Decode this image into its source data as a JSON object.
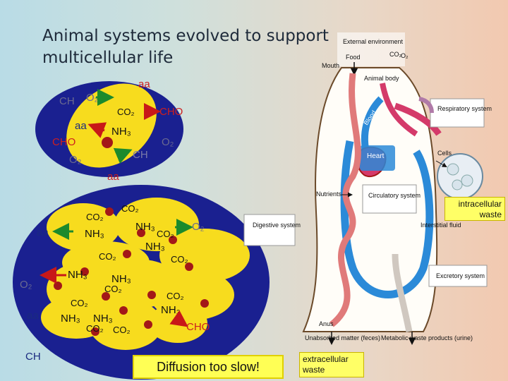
{
  "title": "Animal systems evolved to support multicellular life",
  "diffusion_label": "Diffusion too slow!",
  "intracellular_label": "intracellular waste",
  "extracellular_label": "extracellular waste",
  "cell": {
    "aa": "aa",
    "ch": "CH",
    "o2": "O₂",
    "co2": "CO₂",
    "cho": "CHO",
    "nh3": "NH₃"
  },
  "body_labels": {
    "external_environment": "External environment",
    "food": "Food",
    "co2": "CO₂",
    "o2": "O₂",
    "mouth": "Mouth",
    "animal_body": "Animal body",
    "respiratory_system": "Respiratory system",
    "blood": "Blood",
    "heart": "Heart",
    "cells": "Cells",
    "nutrients": "Nutrients",
    "circulatory_system": "Circulatory system",
    "digestive_system": "Digestive system",
    "interstitial_fluid": "Interstitial fluid",
    "excretory_system": "Excretory system",
    "anus": "Anus",
    "unabsorbed_matter": "Unabsorbed matter (feces)",
    "metabolic_waste": "Metabolic waste products (urine)"
  },
  "colors": {
    "cell_blue": "#1a2090",
    "cell_yellow": "#f7dc1e",
    "nucleus": "#a31818",
    "arrow_red": "#c81818",
    "arrow_green": "#1c8a2c",
    "circulation": "#2b8ad8",
    "body_edge": "#6b4a2a"
  }
}
